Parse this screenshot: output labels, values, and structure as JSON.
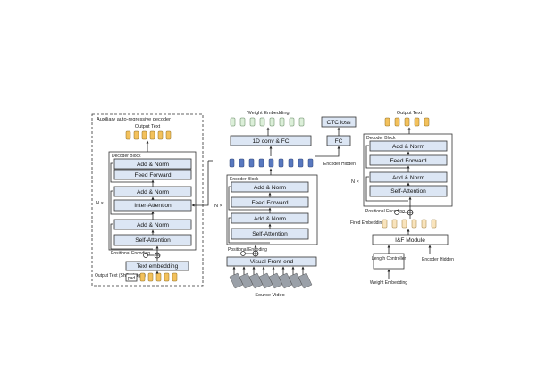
{
  "left": {
    "title": "Auxiliary auto-regressive decoder",
    "output_text": "Output Text",
    "block_title": "Decoder Block",
    "add_norm": "Add & Norm",
    "feed_forward": "Feed Forward",
    "inter_attention": "Inter-Attention",
    "self_attention": "Self-Attention",
    "repeat": "N ×",
    "positional_encoding": "Positional Encoding",
    "text_embedding": "Text embedding",
    "input_text": "Output Text (Shifted right)",
    "pad": "pad"
  },
  "middle": {
    "weight_embedding": "Weight Embedding",
    "conv_fc": "1D conv & FC",
    "ctc_loss": "CTC loss",
    "fc": "FC",
    "encoder_hidden": "Encoder Hidden",
    "block_title": "Encoder Block",
    "add_norm": "Add & Norm",
    "feed_forward": "Feed Forward",
    "self_attention": "Self-Attention",
    "repeat": "N ×",
    "positional_encoding": "Positional Encoding",
    "frontend": "Visual Front-end",
    "source_video": "Source Video"
  },
  "right": {
    "output_text": "Output Text",
    "block_title": "Decoder Block",
    "add_norm": "Add & Norm",
    "feed_forward": "Feed Forward",
    "self_attention": "Self-Attention",
    "repeat": "N ×",
    "positional_encoding": "Positional Encoding",
    "fired_embedding": "Fired Embedding",
    "if_module": "I&F Module",
    "length_controller": "Length Controller",
    "encoder_hidden": "Encoder Hidden",
    "weight_embedding": "Weight Embedding"
  },
  "colors": {
    "block_fill": "#dce6f4",
    "output_token": "#f3c15c",
    "weight_token": "#dcefd9",
    "hidden_token": "#5878bf",
    "fired_token": "#f9e4bd"
  }
}
